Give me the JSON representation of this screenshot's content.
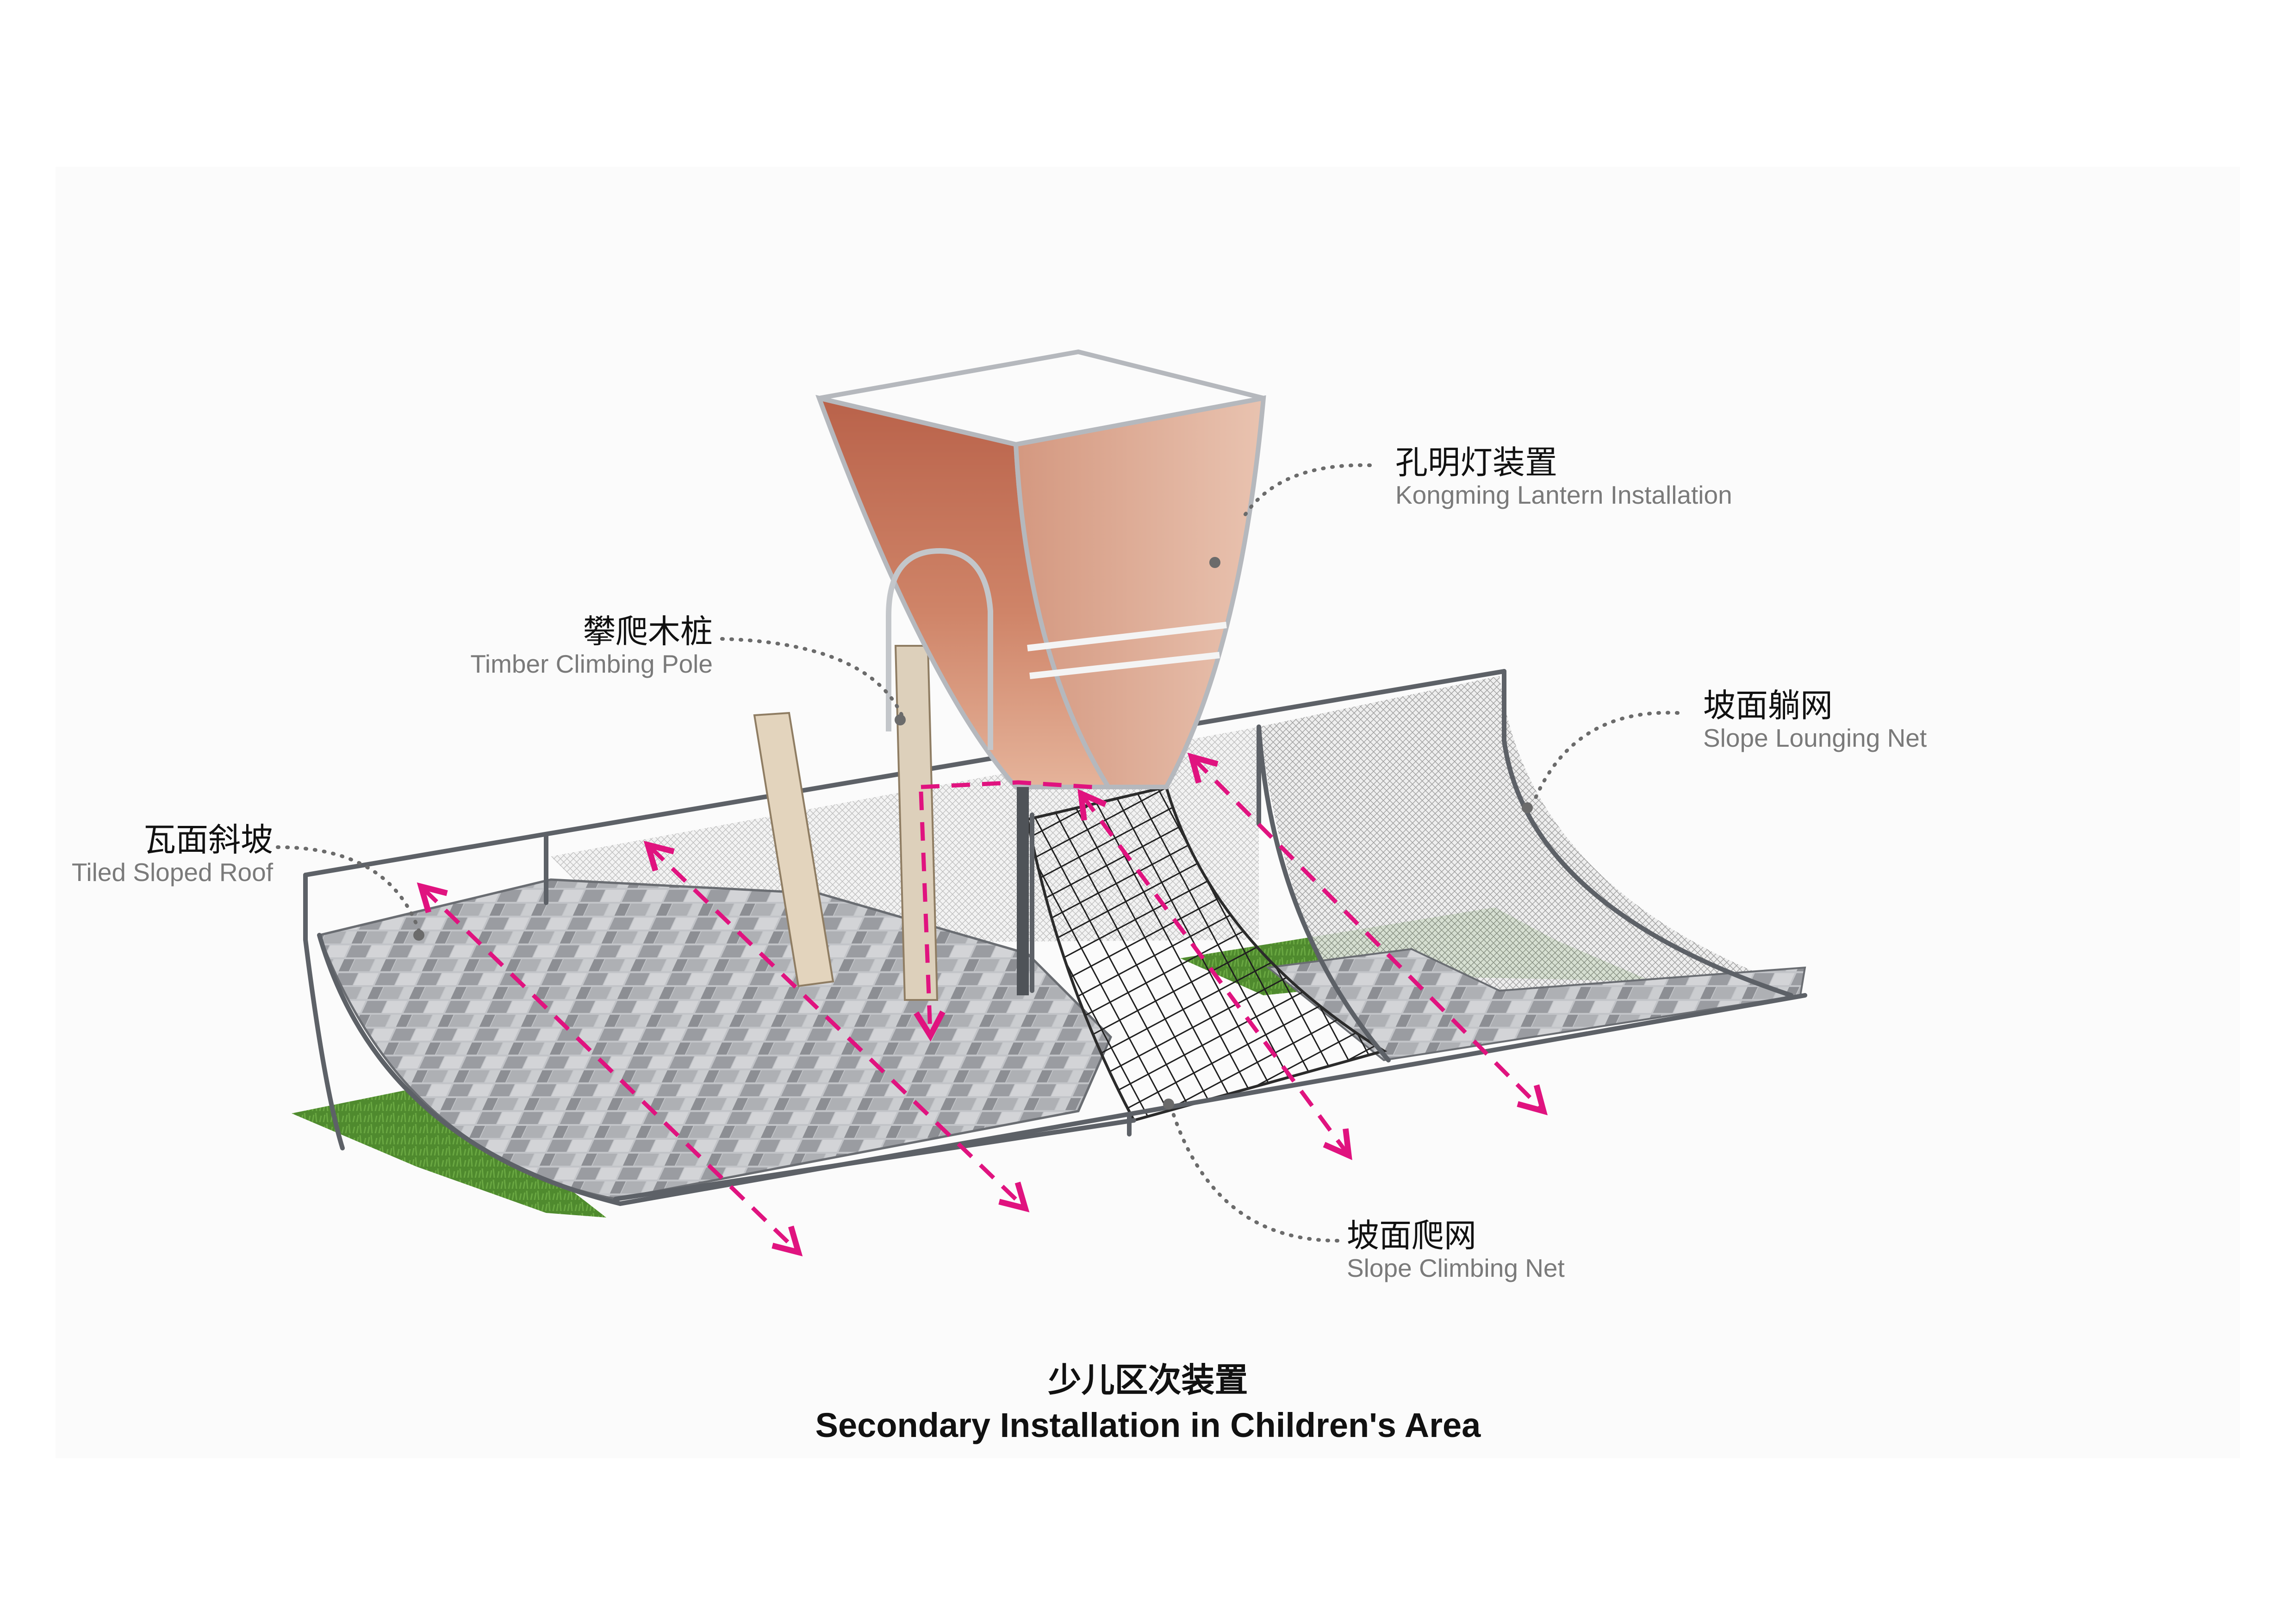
{
  "labels": {
    "lantern": {
      "cn": "孔明灯装置",
      "en": "Kongming Lantern Installation"
    },
    "pole": {
      "cn": "攀爬木桩",
      "en": "Timber Climbing Pole"
    },
    "lounge_net": {
      "cn": "坡面躺网",
      "en": "Slope Lounging Net"
    },
    "roof": {
      "cn": "瓦面斜坡",
      "en": "Tiled Sloped Roof"
    },
    "climb_net": {
      "cn": "坡面爬网",
      "en": "Slope Climbing Net"
    }
  },
  "caption": {
    "cn": "少儿区次装置",
    "en": "Secondary Installation in Children's Area"
  },
  "colors": {
    "accent_arrow": "#e0137f",
    "frame": "#5d6167",
    "lantern": "#c9795f",
    "grass": "#4f8a2e",
    "tile_light": "#c6c8cc",
    "tile_dark": "#8e9095",
    "leader": "#6b6b6b"
  }
}
